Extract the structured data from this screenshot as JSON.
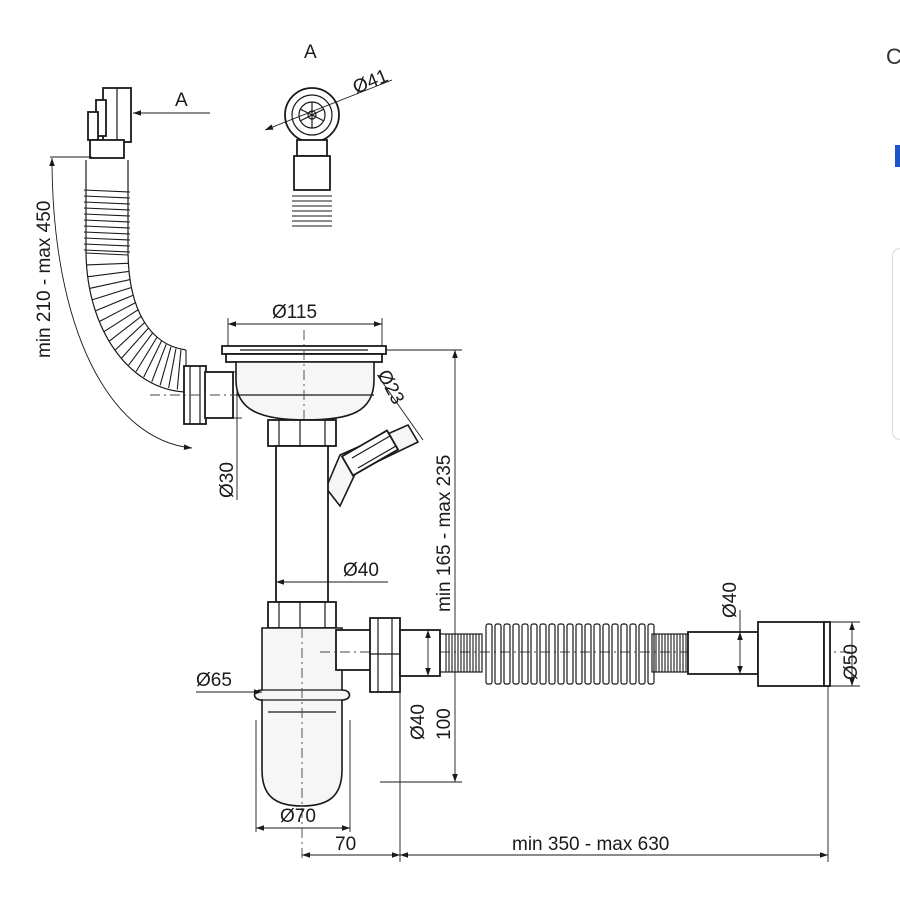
{
  "drawing": {
    "view_label_top": "A",
    "view_label_arrow": "A",
    "dim_d41": "Ø41",
    "dim_d115": "Ø115",
    "dim_d23": "Ø23",
    "dim_hose_length": "min 210 - max 450",
    "dim_d30": "Ø30",
    "dim_height": "min 165 - max 235",
    "dim_d40_pipe": "Ø40",
    "dim_d40_outlet": "Ø40",
    "dim_d40_siphon": "Ø40",
    "dim_d50": "Ø50",
    "dim_d65": "Ø65",
    "dim_100": "100",
    "dim_d70": "Ø70",
    "dim_70": "70",
    "dim_outlet_length": "min 350 - max 630"
  },
  "side_ui": {
    "edge_glyph": "C",
    "accent_color": "#1a56c8"
  }
}
